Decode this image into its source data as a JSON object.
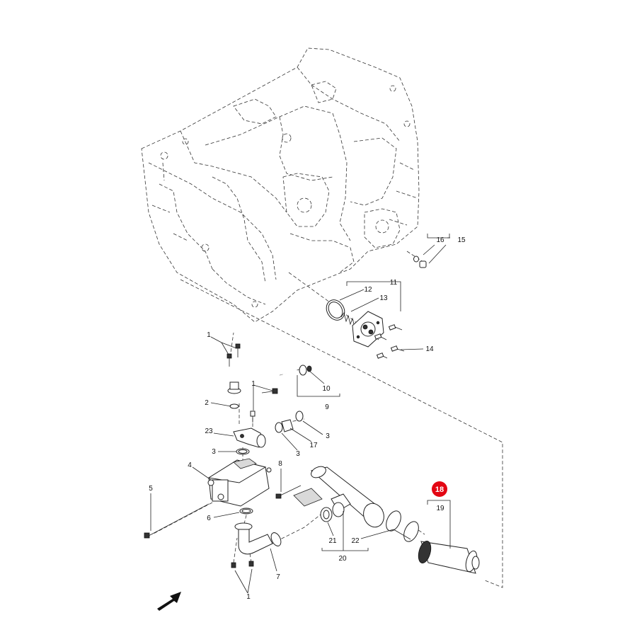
{
  "diagram": {
    "callouts": {
      "c1a": "1",
      "c1b": "1",
      "c1c": "1",
      "c2": "2",
      "c3a": "3",
      "c3b": "3",
      "c3c": "3",
      "c4": "4",
      "c5": "5",
      "c6": "6",
      "c7": "7",
      "c8": "8",
      "c9": "9",
      "c10": "10",
      "c11": "11",
      "c12": "12",
      "c13": "13",
      "c14": "14",
      "c15": "15",
      "c16": "16",
      "c17": "17",
      "c19": "19",
      "c20": "20",
      "c21": "21",
      "c22": "22",
      "c23": "23"
    },
    "highlighted_callout": {
      "label": "18",
      "color": "#e30613"
    }
  }
}
